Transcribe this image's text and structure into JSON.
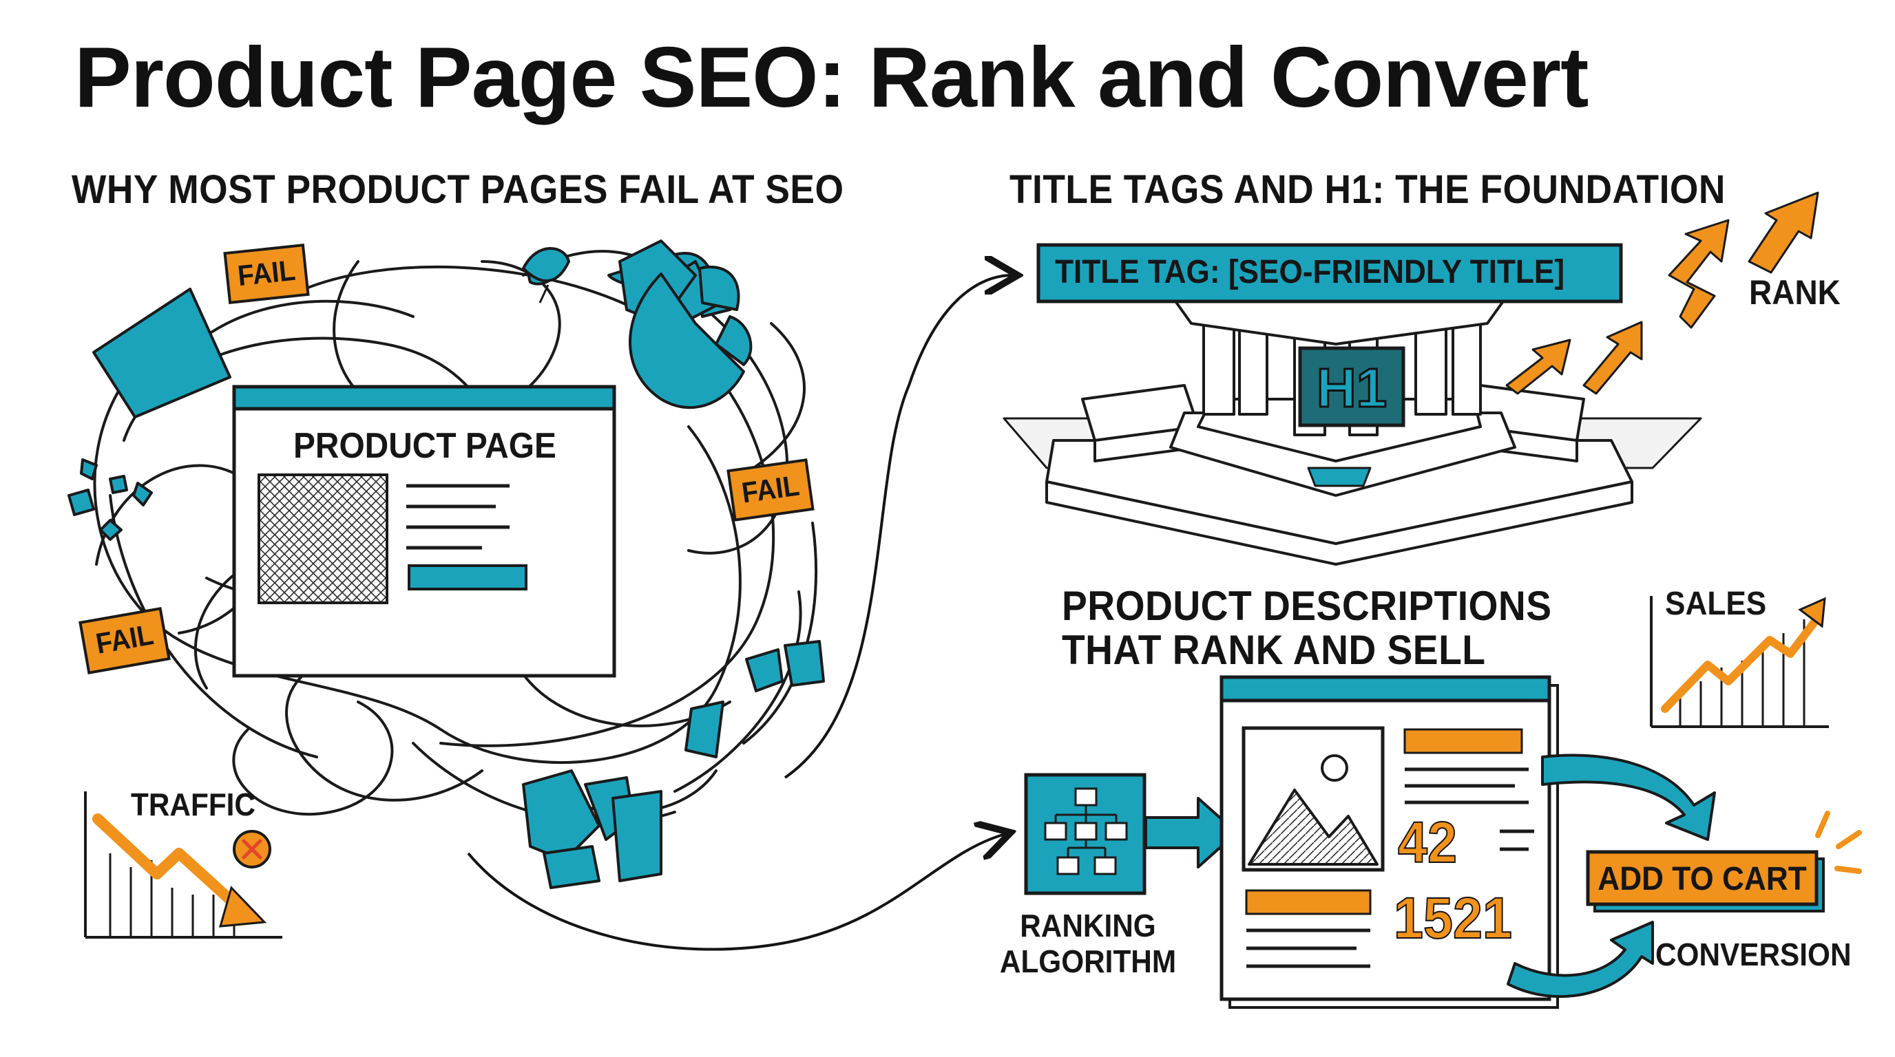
{
  "title": "Product Page SEO: Rank and Convert",
  "colors": {
    "teal": "#1ba3bc",
    "orange": "#f0921c",
    "ink": "#141414",
    "fail_red": "#e2452b"
  },
  "panel_fail": {
    "heading": "WHY MOST PRODUCT PAGES FAIL AT SEO",
    "page_label": "PRODUCT PAGE",
    "fail_tags": [
      "FAIL",
      "FAIL",
      "FAIL"
    ],
    "traffic_label": "TRAFFIC",
    "traffic_icon": "x-circle-icon"
  },
  "panel_title_tags": {
    "heading": "TITLE TAGS AND H1: THE FOUNDATION",
    "title_tag_banner": "TITLE TAG: [SEO-FRIENDLY TITLE]",
    "h1_sign": "H1",
    "rank_label": "RANK"
  },
  "panel_descriptions": {
    "heading_line1": "PRODUCT DESCRIPTIONS",
    "heading_line2": "THAT RANK AND SELL",
    "sales_label": "SALES",
    "algorithm_line1": "RANKING",
    "algorithm_line2": "ALGORITHM",
    "algorithm_icon": "flowchart-icon",
    "number_1": "42",
    "number_2": "1521",
    "image_icon": "image-placeholder-icon",
    "cta_button": "ADD TO CART",
    "conversion_label": "CONVERSION"
  }
}
